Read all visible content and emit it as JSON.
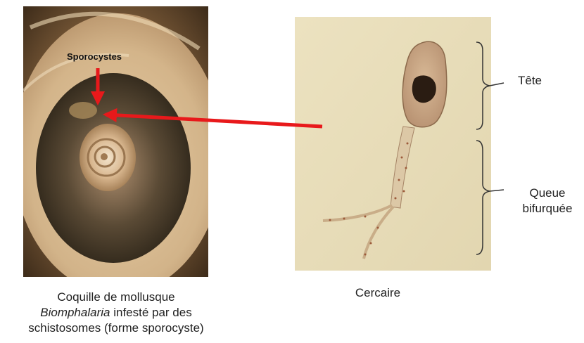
{
  "labels": {
    "sporocystes": "Sporocystes",
    "tete": "Tête",
    "queue_line1": "Queue",
    "queue_line2": "bifurquée",
    "caption_shell_line1": "Coquille de mollusque",
    "caption_shell_italic": "Biomphalaria",
    "caption_shell_line2_rest": " infesté par des",
    "caption_shell_line3": "schistosomes (forme sporocyste)",
    "caption_cercaire": "Cercaire"
  },
  "colors": {
    "arrow": "#e8191b",
    "shell_dark": "#4a3a2a",
    "shell_light": "#c9a77a",
    "cercaire_bg": "#e8ddb8",
    "bracket": "#333333"
  }
}
